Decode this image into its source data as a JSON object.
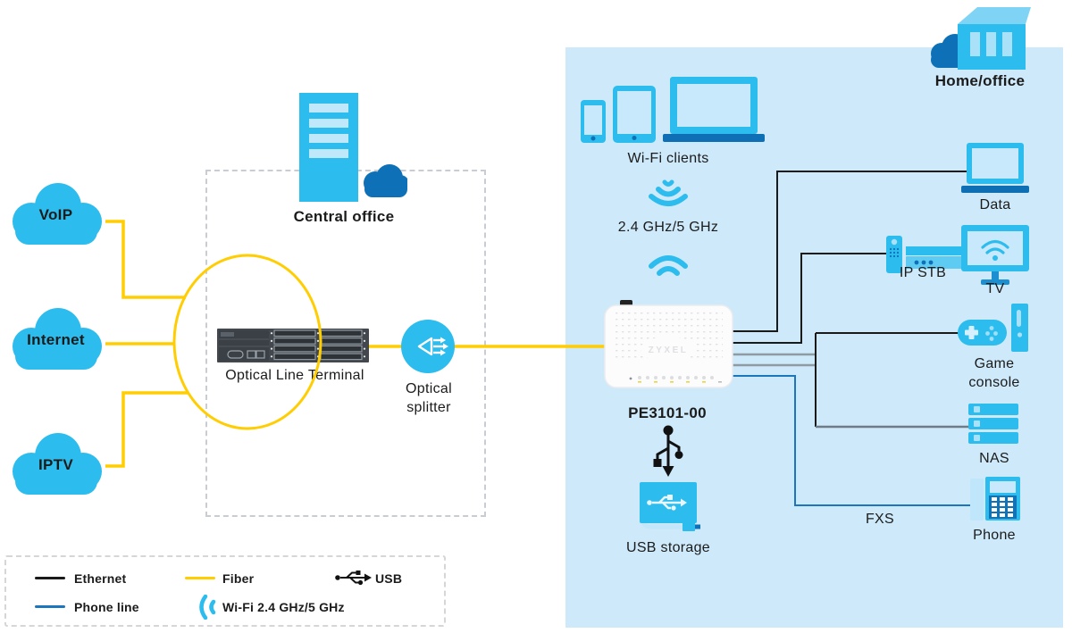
{
  "colors": {
    "accent_cyan": "#2CBCEE",
    "light_fill": "#C7E9FB",
    "dark_blue": "#0E71B8",
    "panel_blue": "#CEE9FA",
    "fiber_yellow": "#FFCD00",
    "ethernet_black": "#1A1A1A",
    "line_gray": "#8E9AA4",
    "phone_line_blue": "#1C76BD"
  },
  "clouds": {
    "voip": "VoIP",
    "internet": "Internet",
    "iptv": "IPTV"
  },
  "central_office": {
    "title": "Central office",
    "olt": "Optical Line Terminal",
    "splitter": "Optical splitter"
  },
  "home_office": {
    "title": "Home/office",
    "wifi_clients": "Wi-Fi clients",
    "wifi_band": "2.4 GHz/5 GHz",
    "router_model": "PE3101-00",
    "router_brand": "ZYXEL",
    "usb_storage": "USB storage",
    "fxs_port": "FXS",
    "devices": {
      "data": "Data",
      "ip_stb": "IP STB",
      "tv": "TV",
      "game_console": "Game console",
      "nas": "NAS",
      "phone": "Phone"
    }
  },
  "legend": {
    "ethernet": "Ethernet",
    "phone_line": "Phone line",
    "fiber": "Fiber",
    "wifi": "Wi-Fi 2.4 GHz/5 GHz",
    "usb": "USB"
  }
}
